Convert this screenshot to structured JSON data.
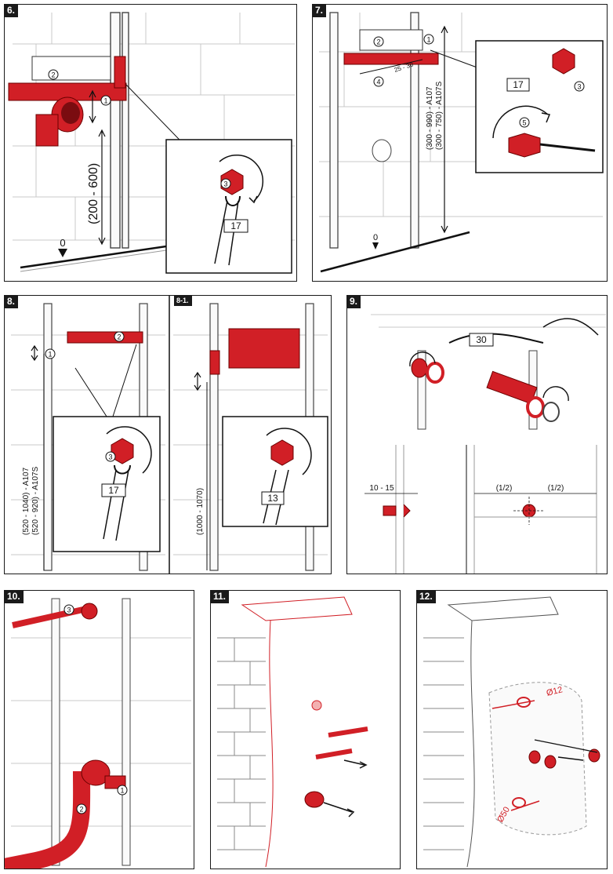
{
  "steps": {
    "s6": {
      "tag": "6.",
      "dim": "(200 - 600)",
      "zero": "0",
      "c1": "1",
      "c2": "2",
      "c3": "3",
      "wrench": "17"
    },
    "s7": {
      "tag": "7.",
      "dim1": "(300 - 990) - A107",
      "dim2": "(300 - 750) - A107S",
      "dim3": "25 - 30",
      "zero": "0",
      "c1": "1",
      "c2": "2",
      "c3": "3",
      "c4": "4",
      "c5": "5",
      "wrench": "17"
    },
    "s8": {
      "tag": "8.",
      "dim1": "(520 - 1040) - A107",
      "dim2": "(520 - 920) - A107S",
      "c1": "1",
      "c2": "2",
      "c3": "3",
      "wrench": "17"
    },
    "s81": {
      "tag": "8-1.",
      "dim": "(1000 - 1070)",
      "wrench": "13"
    },
    "s9": {
      "tag": "9.",
      "wrench": "30",
      "depth": "10 - 15",
      "half_left": "(1/2)",
      "half_right": "(1/2)"
    },
    "s10": {
      "tag": "10.",
      "c1": "1",
      "c2": "2",
      "c3": "3"
    },
    "s11": {
      "tag": "11."
    },
    "s12": {
      "tag": "12.",
      "d1": "Ø12",
      "d2": "Ø50"
    }
  },
  "colors": {
    "red": "#d11f26",
    "line": "#1a1a1a",
    "grey": "#8a8a8a",
    "light": "#c8c8c8",
    "frame": "#f4f4f4"
  }
}
